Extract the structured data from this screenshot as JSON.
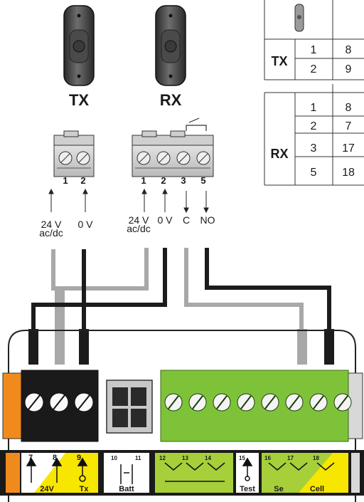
{
  "devices": {
    "tx_label": "TX",
    "rx_label": "RX"
  },
  "tx_terminal": {
    "pins": [
      "1",
      "2"
    ],
    "wire_labels": [
      "24 V\nac/dc",
      "0 V"
    ]
  },
  "rx_terminal": {
    "pins": [
      "1",
      "2",
      "3",
      "5"
    ],
    "wire_labels": [
      "24 V\nac/dc",
      "0 V",
      "C",
      "NO"
    ]
  },
  "table": {
    "tx": {
      "label": "TX",
      "rows": [
        [
          "1",
          "8"
        ],
        [
          "2",
          "9"
        ]
      ]
    },
    "rx": {
      "label": "RX",
      "rows": [
        [
          "1",
          "8"
        ],
        [
          "2",
          "7"
        ],
        [
          "3",
          "17"
        ],
        [
          "5",
          "18"
        ]
      ]
    }
  },
  "board": {
    "left_pins": [
      "7",
      "8",
      "9"
    ],
    "batt_pins": [
      "10",
      "11"
    ],
    "batt_label": "Batt",
    "green_pins": [
      "12",
      "13",
      "14"
    ],
    "test_pin": "15",
    "test_label": "Test",
    "se_pins": [
      "16",
      "17"
    ],
    "cell_pin": "18",
    "label_24v": "24V",
    "label_tx": "Tx",
    "label_se": "Se",
    "label_cell": "Cell"
  },
  "colors": {
    "wire_black": "#1c1c1c",
    "wire_gray": "#a8a8a8",
    "terminal_green": "#7ec23a",
    "strip_yellow": "#f6e600",
    "strip_green": "#a6cf3a",
    "orange": "#f08a1c",
    "connector_gray": "#c8c8c8"
  }
}
